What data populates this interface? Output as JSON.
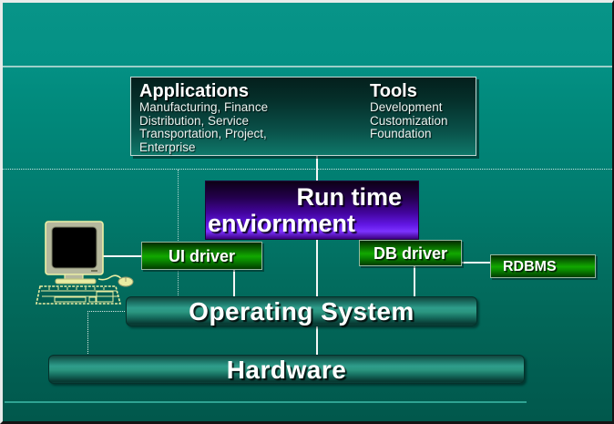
{
  "colors": {
    "background_top": "#089488",
    "background_bottom": "#01584c",
    "driver_green": "#12a800",
    "runtime_purple": "#6318e6",
    "bar_teal": "#2f9d8b",
    "connector_white": "#f4f7f6",
    "computer_outline": "#e9eda3"
  },
  "apps_tools_box": {
    "applications": {
      "title": "Applications",
      "lines": [
        "Manufacturing, Finance",
        "Distribution, Service",
        "Transportation, Project,",
        "Enterprise"
      ]
    },
    "tools": {
      "title": "Tools",
      "lines": [
        "Development",
        "Customization",
        "Foundation"
      ]
    }
  },
  "runtime_box": {
    "line1": "Run time",
    "line2": "enviornment"
  },
  "ui_driver_box": {
    "label": "UI driver"
  },
  "db_driver_box": {
    "label": "DB driver"
  },
  "rdbms_box": {
    "label": "RDBMS"
  },
  "os_bar": {
    "label": "Operating System"
  },
  "hardware_bar": {
    "label": "Hardware"
  }
}
